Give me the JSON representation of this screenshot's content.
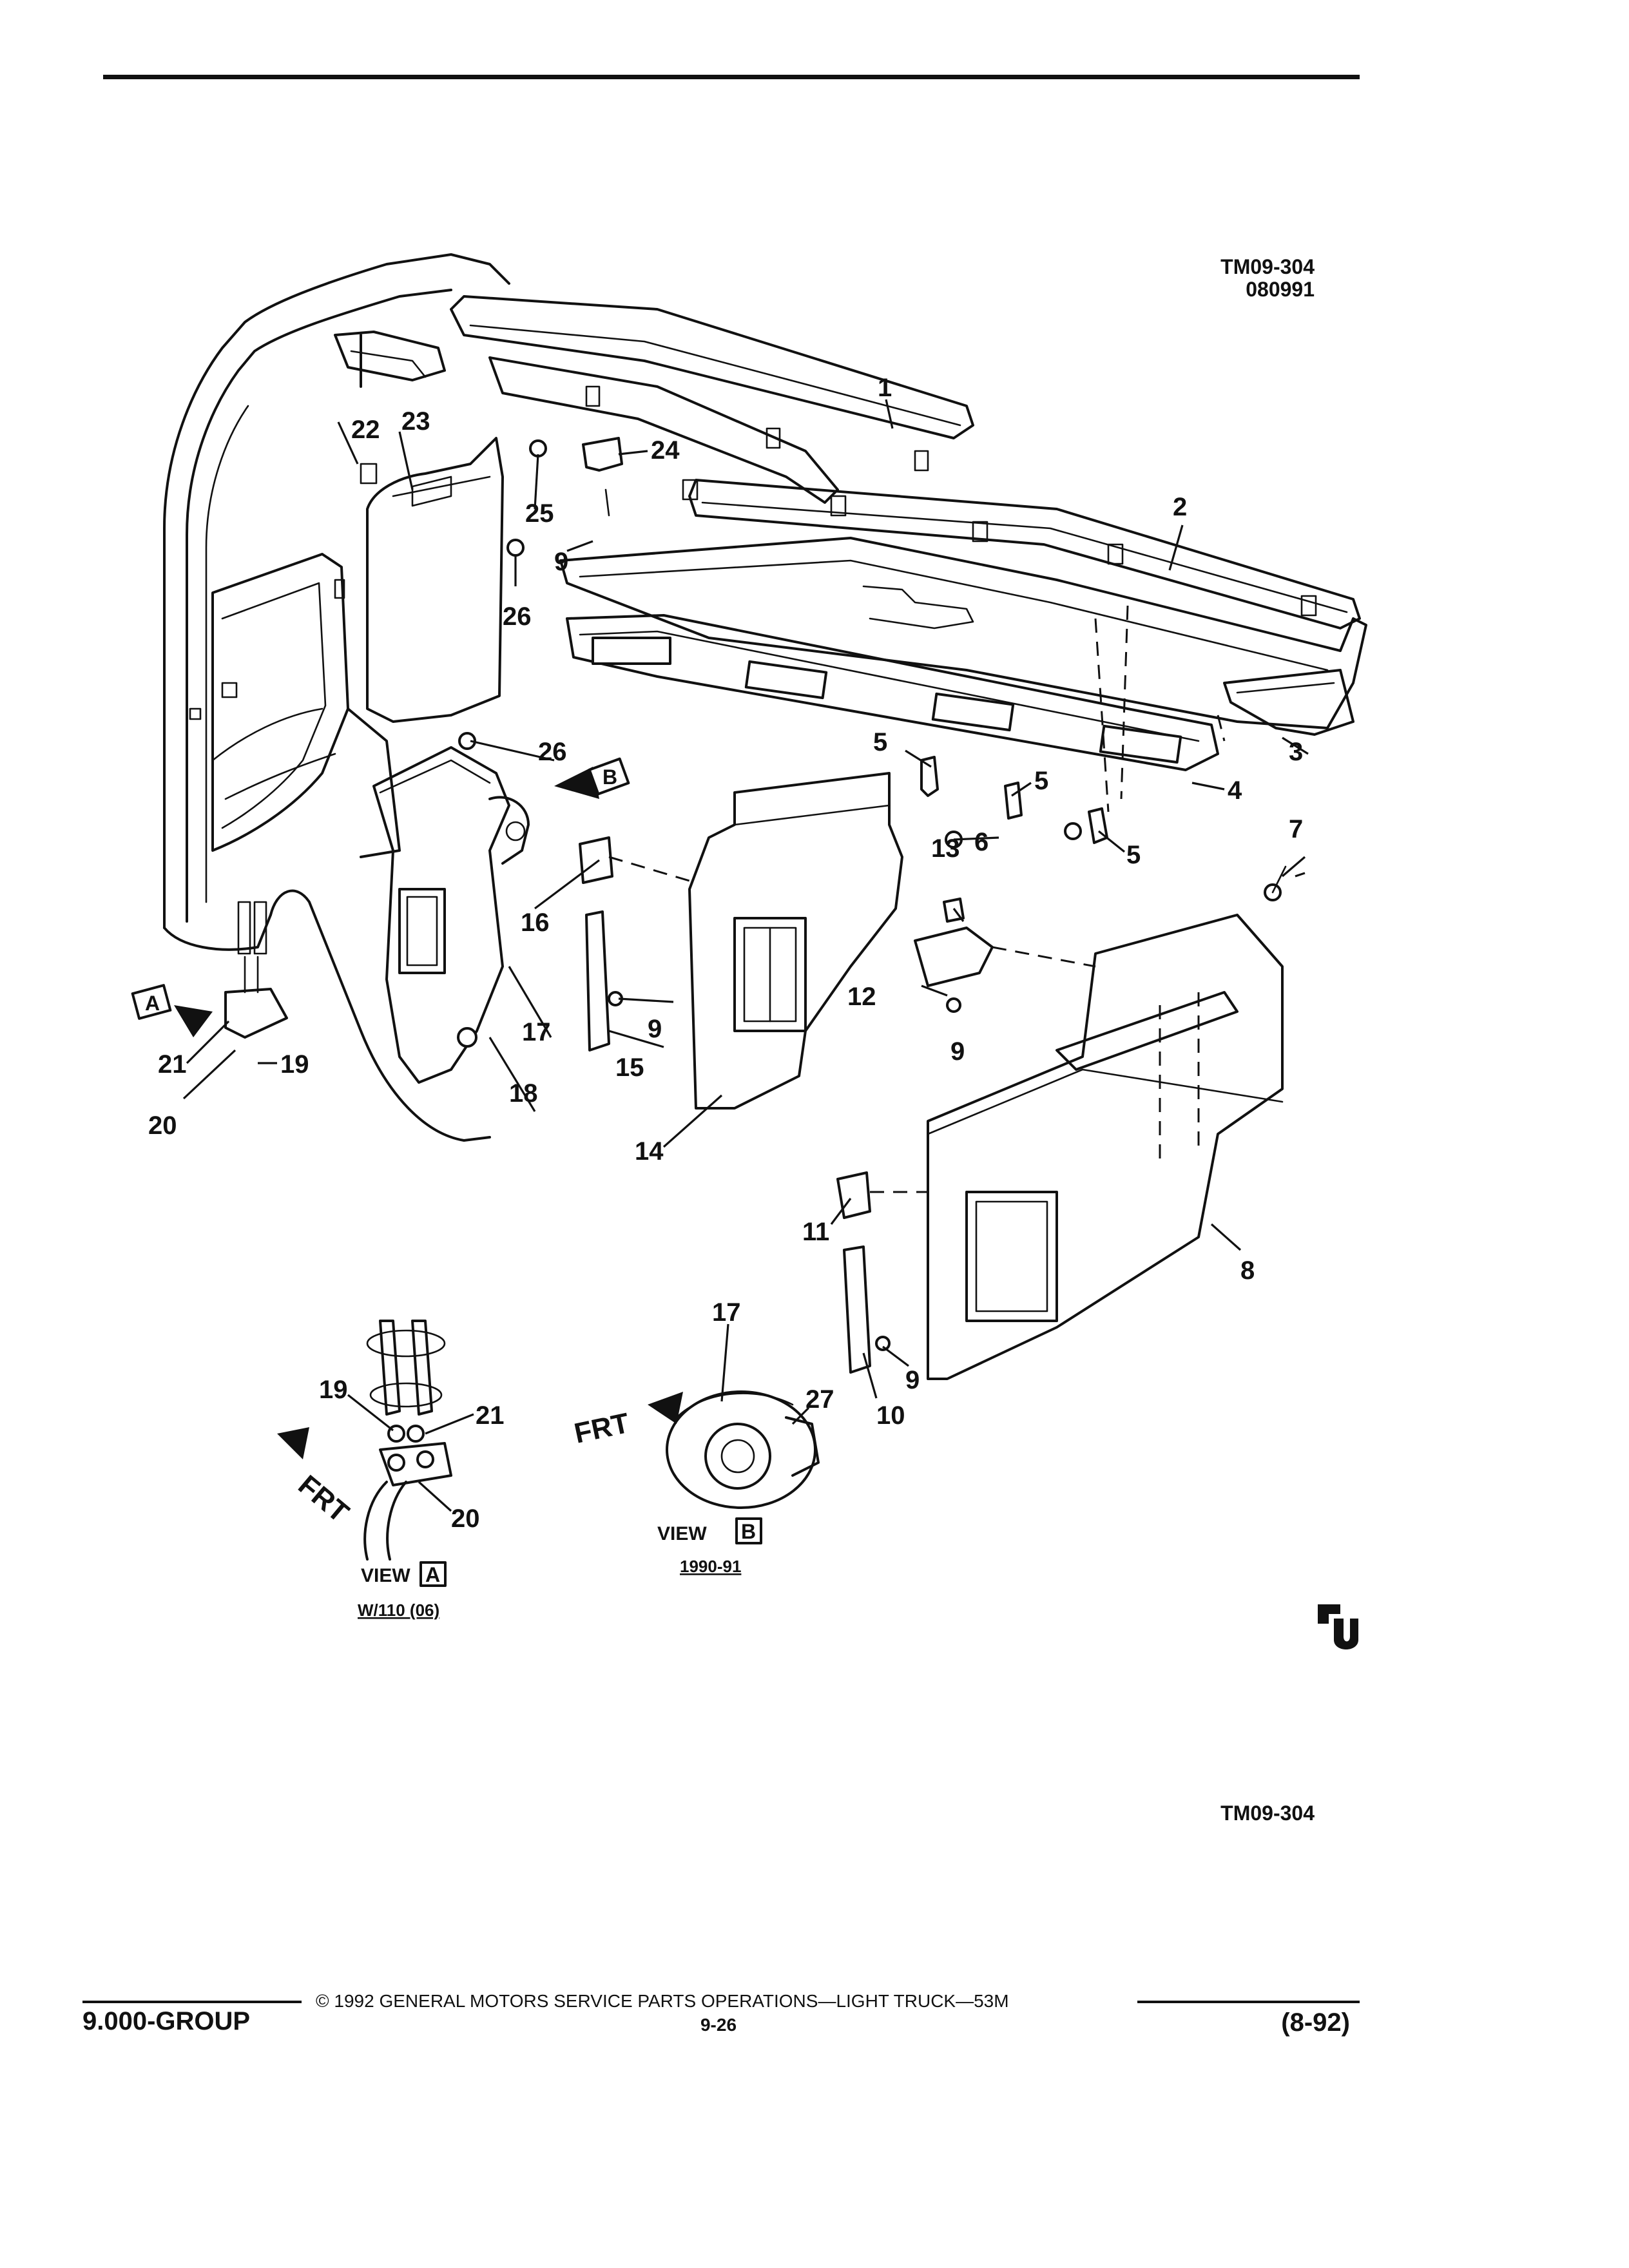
{
  "drawing_number": "TM09-304",
  "drawing_date": "080991",
  "drawing_number_bottom": "TM09-304",
  "callouts": {
    "c1": "1",
    "c2": "2",
    "c3": "3",
    "c4": "4",
    "c5": "5",
    "c6": "6",
    "c7": "7",
    "c8": "8",
    "c9": "9",
    "c10": "10",
    "c11": "11",
    "c12": "12",
    "c13": "13",
    "c14": "14",
    "c15": "15",
    "c16": "16",
    "c17": "17",
    "c18": "18",
    "c19": "19",
    "c20": "20",
    "c21": "21",
    "c22": "22",
    "c23": "23",
    "c24": "24",
    "c25": "25",
    "c26": "26",
    "c27": "27"
  },
  "view_a": {
    "view_word": "VIEW",
    "letter": "A",
    "qualifier": "W/110 (06)",
    "arrow_label": "FRT"
  },
  "view_b": {
    "view_word": "VIEW",
    "letter": "B",
    "qualifier": "1990-91",
    "arrow_label": "FRT"
  },
  "footer": {
    "group": "9.000-GROUP",
    "copyright": "© 1992 GENERAL MOTORS SERVICE PARTS OPERATIONS—LIGHT TRUCK—53M",
    "page": "9-26",
    "revision": "(8-92)"
  }
}
